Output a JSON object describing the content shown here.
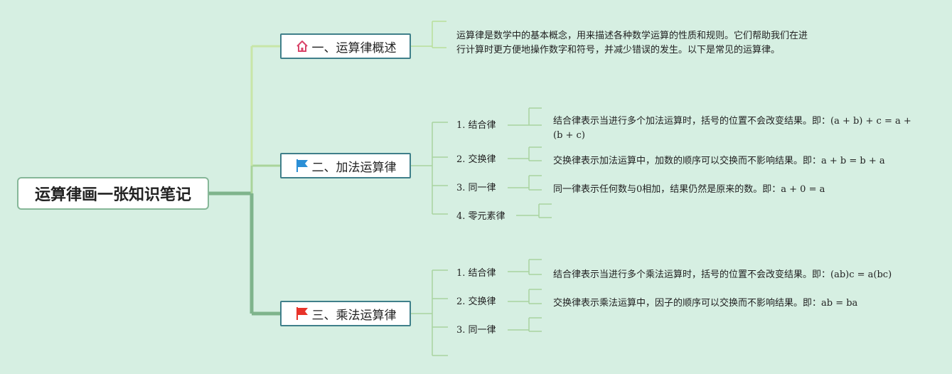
{
  "root": {
    "label": "运算律画一张知识笔记"
  },
  "branches": [
    {
      "label": "一、运算律概述",
      "icon": "home-icon",
      "description": "运算律是数学中的基本概念，用来描述各种数学运算的性质和规则。它们帮助我们在进行计算时更方便地操作数字和符号，并减少错误的发生。以下是常见的运算律。"
    },
    {
      "label": "二、加法运算律",
      "icon": "blue-flag-icon",
      "items": [
        {
          "label": "1. 结合律",
          "note": "结合律表示当进行多个加法运算时，括号的位置不会改变结果。即：(a + b) + c = a + (b + c)"
        },
        {
          "label": "2. 交换律",
          "note": "交换律表示加法运算中，加数的顺序可以交换而不影响结果。即：a + b = b + a"
        },
        {
          "label": "3. 同一律",
          "note": "同一律表示任何数与0相加，结果仍然是原来的数。即：a + 0 = a"
        },
        {
          "label": "4. 零元素律",
          "note": ""
        }
      ]
    },
    {
      "label": "三、乘法运算律",
      "icon": "red-flag-icon",
      "items": [
        {
          "label": "1. 结合律",
          "note": "结合律表示当进行多个乘法运算时，括号的位置不会改变结果。即：(ab)c = a(bc)"
        },
        {
          "label": "2. 交换律",
          "note": "交换律表示乘法运算中，因子的顺序可以交换而不影响结果。即：ab = ba"
        },
        {
          "label": "3. 同一律",
          "note": ""
        }
      ]
    }
  ],
  "colors": {
    "background": "#d6efe2",
    "trunk_line": "#7fb48c",
    "branch_line": "#b9df9a",
    "leaf_line": "#a8d4a0",
    "home_icon": "#d9456a",
    "blue_flag": "#2b8fd6",
    "red_flag": "#e8332a"
  }
}
